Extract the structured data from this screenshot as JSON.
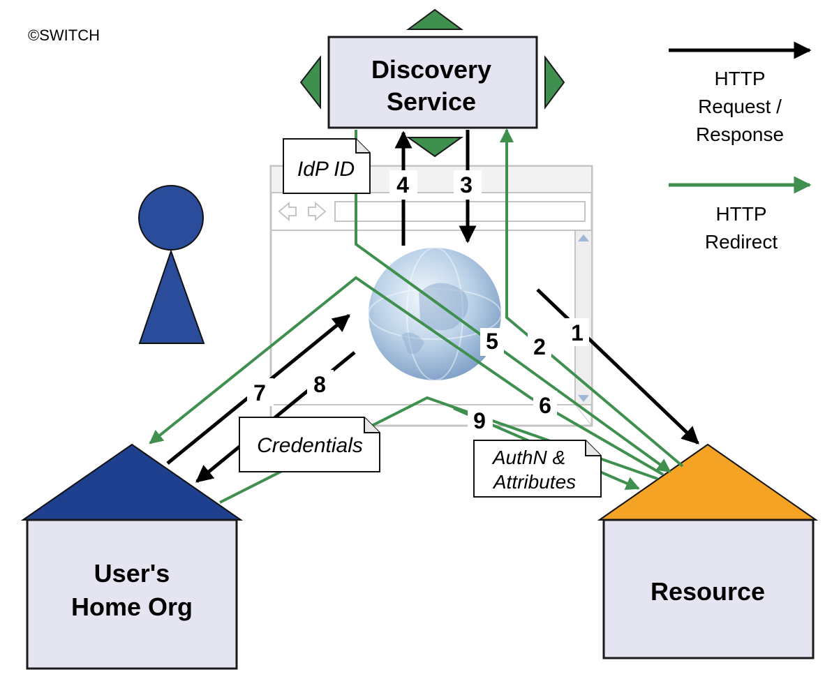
{
  "copyright": "©SWITCH",
  "discovery": {
    "line1": "Discovery",
    "line2": "Service"
  },
  "home_org": {
    "line1": "User's",
    "line2": "Home Org"
  },
  "resource": {
    "label": "Resource"
  },
  "notes": {
    "idp_id": "IdP ID",
    "credentials": "Credentials",
    "authn_line1": "AuthN &",
    "authn_line2": "Attributes"
  },
  "legend": {
    "http": {
      "line1": "HTTP",
      "line2": "Request /",
      "line3": "Response"
    },
    "redirect": {
      "line1": "HTTP",
      "line2": "Redirect"
    }
  },
  "steps": {
    "s1": "1",
    "s2": "2",
    "s3": "3",
    "s4": "4",
    "s5": "5",
    "s6": "6",
    "s7": "7",
    "s8": "8",
    "s9": "9"
  },
  "colors": {
    "request_arrow": "#000000",
    "redirect_arrow": "#3f8f4f",
    "person": "#2b4c9b",
    "home_roof": "#1f3f8f",
    "resource_roof": "#f4a324",
    "box_fill": "#e4e5f0",
    "ds_triangles": "#3f8f4f"
  }
}
